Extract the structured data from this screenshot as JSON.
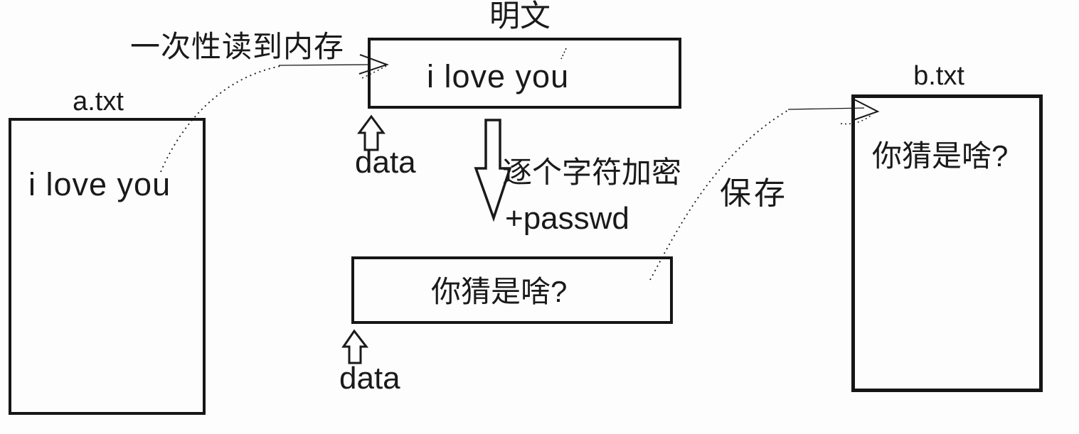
{
  "diagram": {
    "source_file": {
      "name": "a.txt",
      "content": "i love you"
    },
    "read_arrow_label": "一次性读到内存",
    "memory_plaintext": {
      "label": "明文",
      "content": "i love you",
      "data_label": "data"
    },
    "encrypt_label_line1": "逐个字符加密",
    "encrypt_label_line2": "+passwd",
    "memory_ciphertext": {
      "content": "你猜是啥?",
      "data_label": "data"
    },
    "save_arrow_label": "保存",
    "target_file": {
      "name": "b.txt",
      "content": "你猜是啥?"
    },
    "colors": {
      "ink": "#1a1a1a",
      "background": "#fdfdfd"
    }
  }
}
